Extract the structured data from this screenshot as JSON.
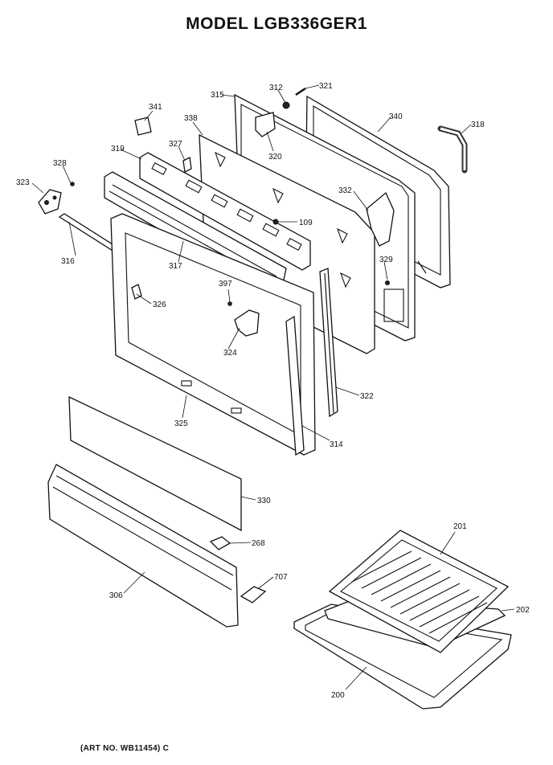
{
  "title": "MODEL LGB336GER1",
  "art_number": "(ART NO. WB11454) C",
  "callouts": {
    "c341": "341",
    "c338": "338",
    "c315": "315",
    "c312": "312",
    "c321": "321",
    "c340": "340",
    "c318": "318",
    "c327": "327",
    "c319": "319",
    "c320": "320",
    "c328": "328",
    "c323": "323",
    "c332": "332",
    "c109": "109",
    "c316": "316",
    "c317": "317",
    "c329": "329",
    "c397": "397",
    "c326": "326",
    "c324": "324",
    "c322": "322",
    "c325": "325",
    "c314": "314",
    "c330": "330",
    "c268": "268",
    "c707": "707",
    "c306": "306",
    "c201": "201",
    "c202": "202",
    "c200": "200"
  }
}
